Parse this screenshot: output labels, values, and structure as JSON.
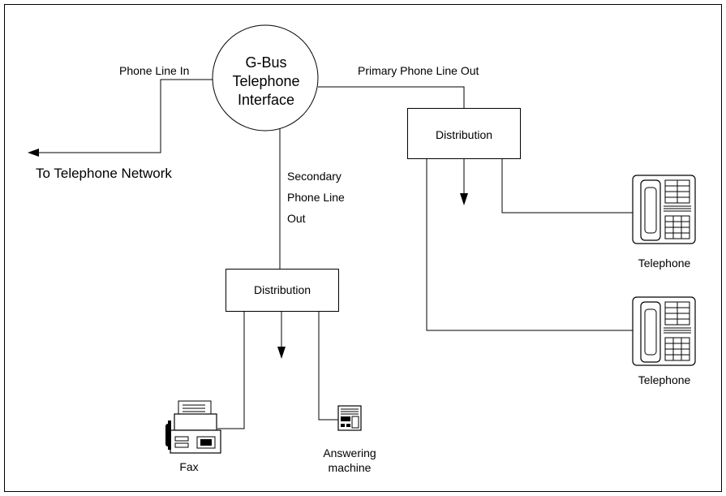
{
  "diagram": {
    "interface": {
      "line1": "G-Bus",
      "line2": "Telephone",
      "line3": "Interface"
    },
    "phone_line_in": "Phone Line In",
    "primary_line_out": "Primary Phone Line Out",
    "to_network": "To Telephone Network",
    "secondary_line_out": {
      "line1": "Secondary",
      "line2": "Phone Line",
      "line3": "Out"
    },
    "distribution_primary": "Distribution",
    "distribution_secondary": "Distribution",
    "telephone_1": "Telephone",
    "telephone_2": "Telephone",
    "fax": "Fax",
    "answering_machine": {
      "line1": "Answering",
      "line2": "machine"
    }
  }
}
